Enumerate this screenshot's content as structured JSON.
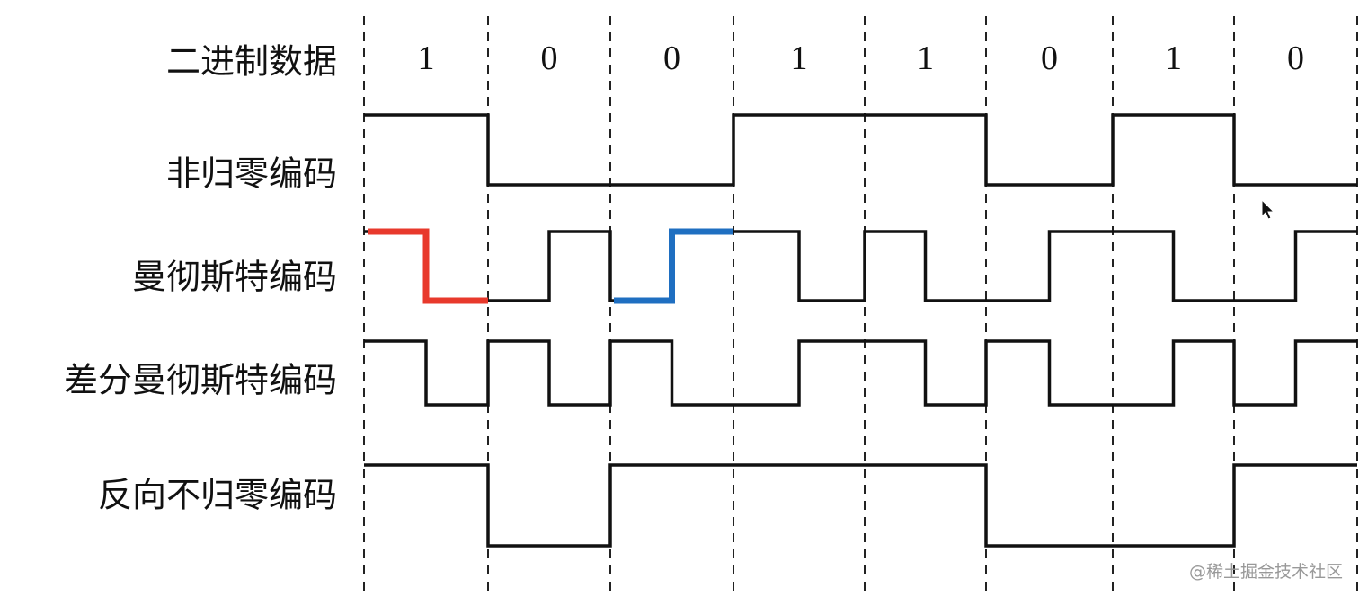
{
  "labels": {
    "binary": "二进制数据",
    "nrz": "非归零编码",
    "manchester": "曼彻斯特编码",
    "diff_manchester": "差分曼彻斯特编码",
    "nrzi": "反向不归零编码"
  },
  "bits": [
    "1",
    "0",
    "0",
    "1",
    "1",
    "0",
    "1",
    "0"
  ],
  "waveforms": {
    "nrz": [
      1,
      0,
      0,
      1,
      1,
      0,
      1,
      0
    ],
    "manchester_halves": [
      1,
      0,
      0,
      1,
      0,
      1,
      1,
      0,
      1,
      0,
      0,
      1,
      1,
      0,
      0,
      1
    ],
    "diff_manchester_halves": [
      1,
      0,
      1,
      0,
      1,
      0,
      0,
      1,
      1,
      0,
      1,
      0,
      0,
      1,
      0,
      1
    ],
    "nrzi": [
      1,
      0,
      1,
      1,
      1,
      0,
      0,
      1
    ]
  },
  "highlights": [
    {
      "row": "manchester",
      "bit_index": 0,
      "color": "#e8392c"
    },
    {
      "row": "manchester",
      "bit_index": 2,
      "color": "#1f6fc1"
    }
  ],
  "watermark": "@稀土掘金技术社区"
}
